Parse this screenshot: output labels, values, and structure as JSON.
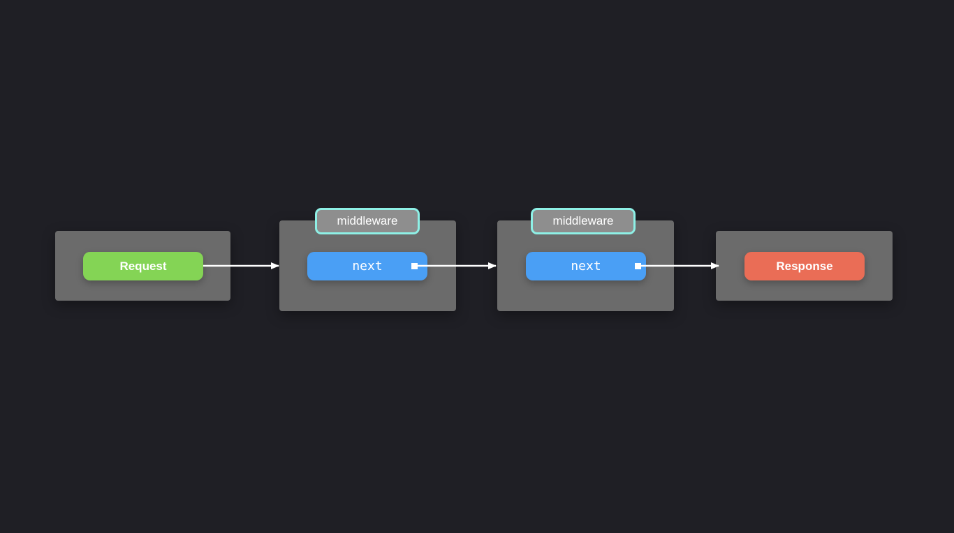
{
  "background_color": "#1f1f25",
  "colors": {
    "block": "#6b6b6b",
    "request": "#84d455",
    "next": "#4a9ff5",
    "response": "#ea6d56",
    "middleware_tag": "#8e8e8e",
    "middleware_border": "#8ef0e6",
    "arrow": "#ffffff"
  },
  "nodes": {
    "request": {
      "label": "Request"
    },
    "middleware_1": {
      "tag": "middleware",
      "next_label": "next"
    },
    "middleware_2": {
      "tag": "middleware",
      "next_label": "next"
    },
    "response": {
      "label": "Response"
    }
  },
  "edges": [
    {
      "from": "request",
      "to": "middleware_1"
    },
    {
      "from": "middleware_1.next",
      "to": "middleware_2"
    },
    {
      "from": "middleware_2.next",
      "to": "response"
    }
  ]
}
